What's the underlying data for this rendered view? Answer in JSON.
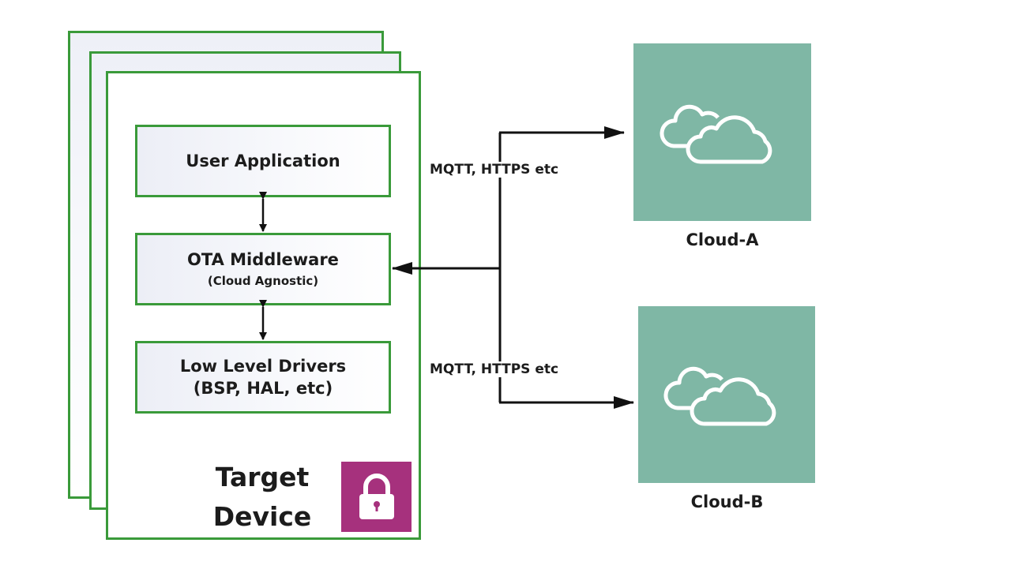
{
  "diagram": {
    "device": {
      "label_line1": "Target",
      "label_line2": "Device",
      "layers": [
        {
          "title": "User Application",
          "subtitle": ""
        },
        {
          "title": "OTA Middleware",
          "subtitle": "(Cloud Agnostic)"
        },
        {
          "title": "Low Level Drivers",
          "subtitle": "(BSP, HAL, etc)"
        }
      ],
      "security_icon": "lock-icon"
    },
    "connections": [
      {
        "label": "MQTT, HTTPS etc",
        "target": "Cloud-A"
      },
      {
        "label": "MQTT, HTTPS etc",
        "target": "Cloud-B"
      }
    ],
    "clouds": [
      {
        "label": "Cloud-A",
        "icon": "cloud-icon"
      },
      {
        "label": "Cloud-B",
        "icon": "cloud-icon"
      }
    ],
    "colors": {
      "panel_border": "#3a9a3a",
      "cloud_fill": "#7fb7a5",
      "lock_fill": "#a6317d",
      "arrow": "#111111"
    }
  }
}
